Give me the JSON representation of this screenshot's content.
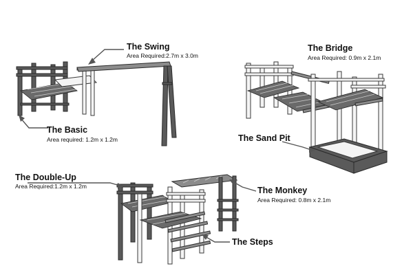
{
  "modules": {
    "swing": {
      "title": "The Swing",
      "area": "Area Required:2.7m x 3.0m"
    },
    "basic": {
      "title": "The Basic",
      "area": "Area required: 1.2m x 1.2m"
    },
    "bridge": {
      "title": "The Bridge",
      "area": "Area Required: 0.9m x 2.1m"
    },
    "sandpit": {
      "title": "The Sand Pit"
    },
    "doubleup": {
      "title": "The Double-Up",
      "area": "Area Required:1.2m x 1.2m"
    },
    "monkey": {
      "title": "The Monkey",
      "area": "Area Required: 0.8m x 2.1m"
    },
    "steps": {
      "title": "The Steps"
    }
  },
  "colors": {
    "post_dark": "#5a5a5a",
    "post_white": "#f4f4f4",
    "deck": "#6a6a6a"
  }
}
